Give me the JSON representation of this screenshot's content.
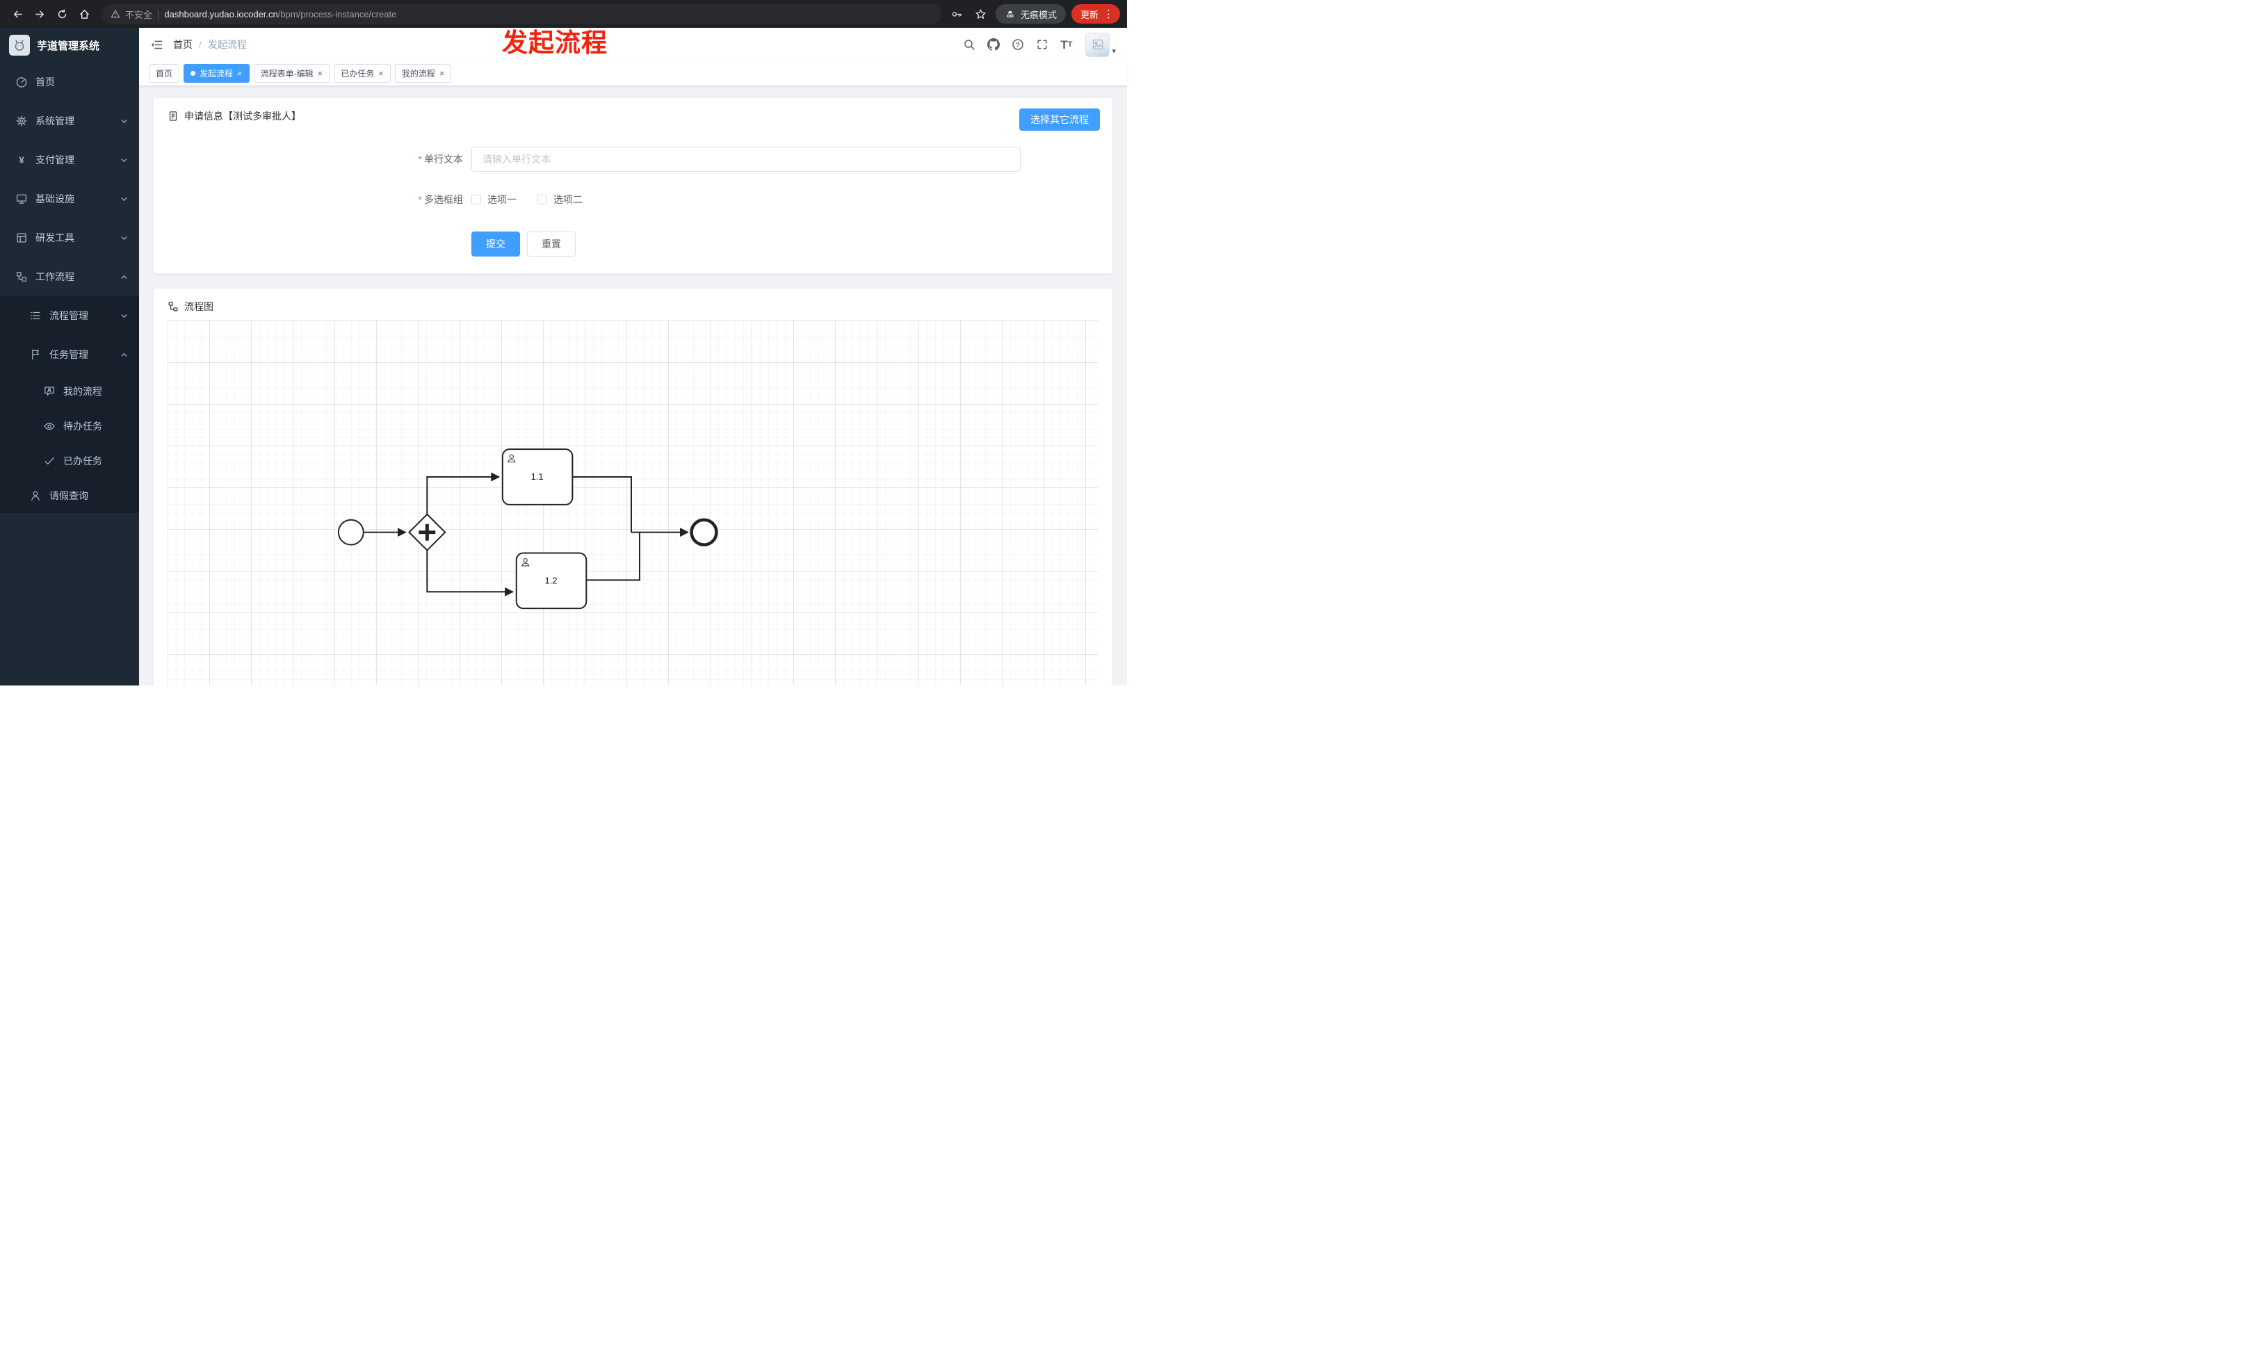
{
  "browser": {
    "security_label": "不安全",
    "url_domain": "dashboard.yudao.iocoder.cn",
    "url_path": "/bpm/process-instance/create",
    "incognito_label": "无痕模式",
    "update_label": "更新"
  },
  "annotation": {
    "text": "发起流程",
    "color": "#f5220d"
  },
  "sidebar": {
    "title": "芋道管理系统",
    "menu": [
      {
        "label": "首页"
      },
      {
        "label": "系统管理"
      },
      {
        "label": "支付管理"
      },
      {
        "label": "基础设施"
      },
      {
        "label": "研发工具"
      },
      {
        "label": "工作流程"
      }
    ],
    "submenu": [
      {
        "label": "流程管理"
      },
      {
        "label": "任务管理"
      }
    ],
    "task_children": [
      {
        "label": "我的流程"
      },
      {
        "label": "待办任务"
      },
      {
        "label": "已办任务"
      }
    ],
    "extra": {
      "label": "请假查询"
    }
  },
  "navbar": {
    "breadcrumb": {
      "root": "首页",
      "current": "发起流程"
    }
  },
  "tabs": [
    {
      "label": "首页",
      "active": false,
      "closable": false
    },
    {
      "label": "发起流程",
      "active": true,
      "closable": true
    },
    {
      "label": "流程表单-编辑",
      "active": false,
      "closable": true
    },
    {
      "label": "已办任务",
      "active": false,
      "closable": true
    },
    {
      "label": "我的流程",
      "active": false,
      "closable": true
    }
  ],
  "form_card": {
    "title": "申请信息【测试多审批人】",
    "choose_other_button": "选择其它流程",
    "text_field": {
      "label": "单行文本",
      "placeholder": "请输入单行文本",
      "value": "",
      "required": true
    },
    "checkbox_field": {
      "label": "多选框组",
      "required": true,
      "options": [
        {
          "label": "选项一",
          "checked": false
        },
        {
          "label": "选项二",
          "checked": false
        }
      ]
    },
    "submit_button": "提交",
    "reset_button": "重置"
  },
  "diagram_card": {
    "title": "流程图",
    "nodes": [
      {
        "id": "start",
        "type": "startEvent",
        "label": ""
      },
      {
        "id": "gateway",
        "type": "parallelGateway",
        "label": ""
      },
      {
        "id": "task1",
        "type": "userTask",
        "label": "1.1"
      },
      {
        "id": "task2",
        "type": "userTask",
        "label": "1.2"
      },
      {
        "id": "end",
        "type": "endEvent",
        "label": ""
      }
    ]
  },
  "icons": {
    "close": "×",
    "more_vertical": "⋮",
    "caret_down": "▾",
    "yen": "¥",
    "question": "?",
    "divider": "|",
    "breadcrumb_sep": "/",
    "required_mark": "*"
  },
  "colors": {
    "primary": "#409eff",
    "sidebar_bg": "#1e2936",
    "submenu_bg": "#161f2a",
    "annotation_red": "#f5220d",
    "update_red": "#d93025"
  }
}
